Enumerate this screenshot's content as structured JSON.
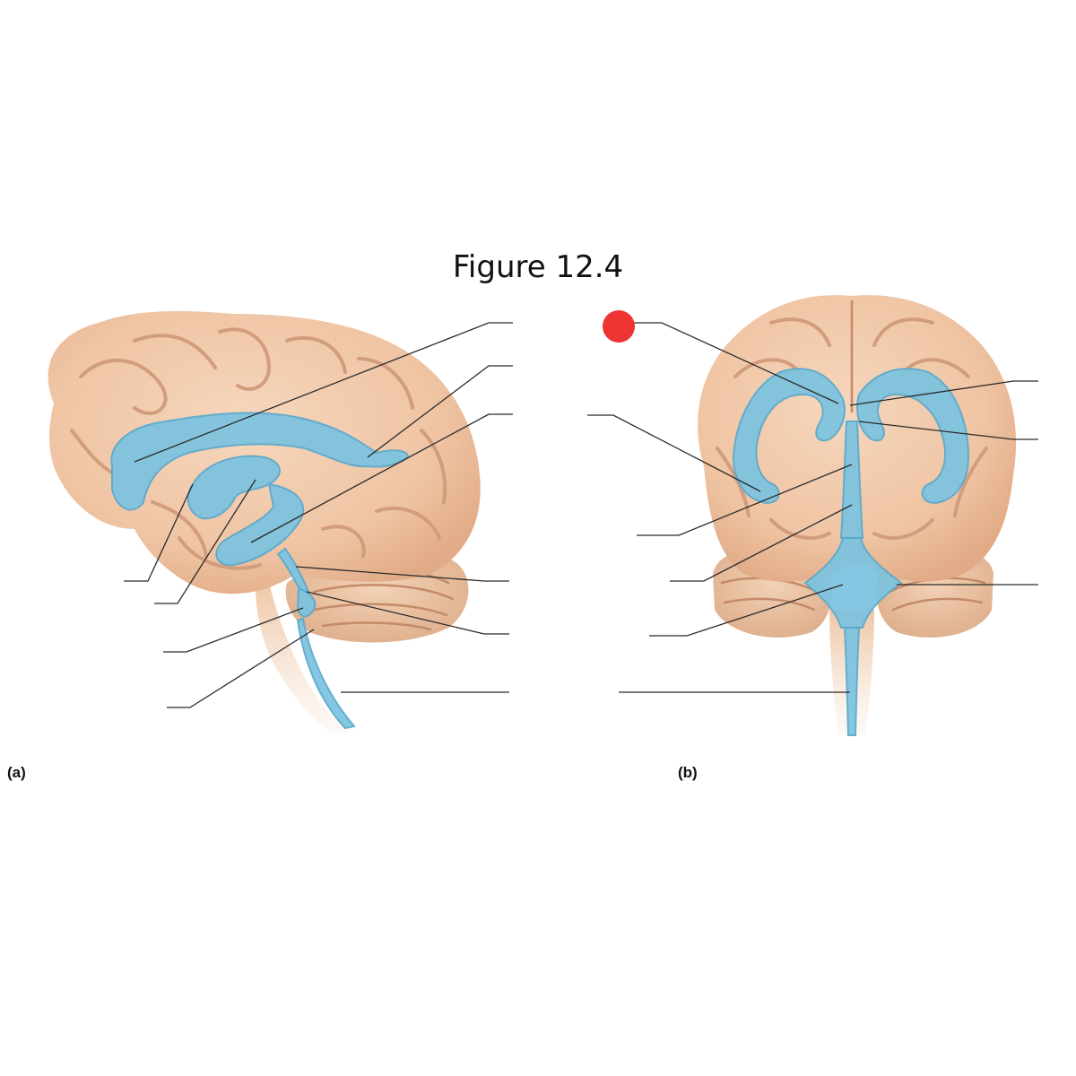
{
  "figure": {
    "title": "Figure 12.4",
    "panel_a_label": "(a)",
    "panel_b_label": "(b)"
  },
  "colors": {
    "brain_tissue": "#f1c8a9",
    "ventricle": "#7cc3e0",
    "marker": "#ee3333"
  },
  "marker": {
    "icon": "red-dot-marker-icon"
  }
}
